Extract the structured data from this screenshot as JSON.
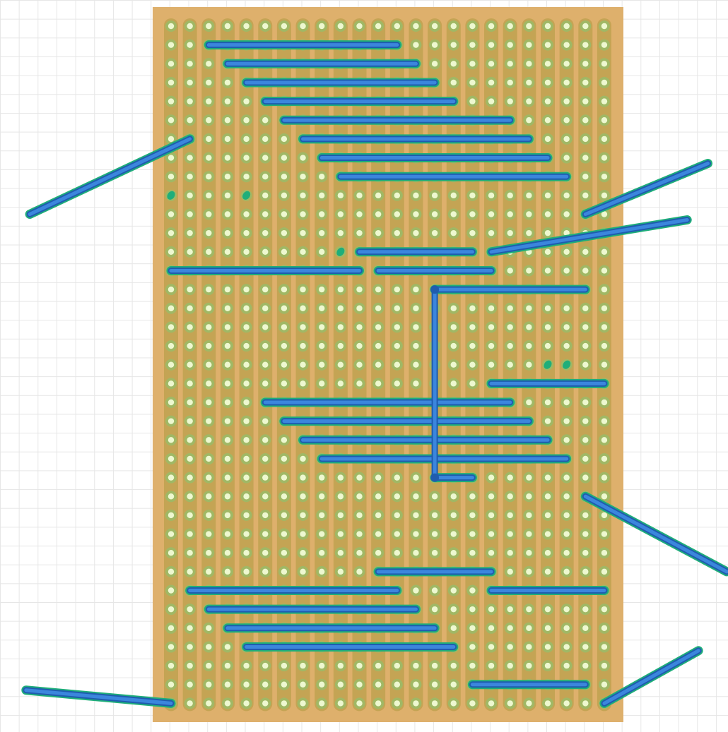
{
  "board": {
    "colors": {
      "board": "#deb06c",
      "strip": "#c4a454",
      "pad_ring": "#a0b865",
      "pad_center": "#eef8d0",
      "wire_fill": "#3b86dd",
      "wire_edge": "#1f5cae",
      "wire_end": "#1fae7a"
    },
    "columns": 24,
    "rows": 37,
    "wires": [
      {
        "from": [
          2,
          1
        ],
        "to": [
          12,
          1
        ]
      },
      {
        "from": [
          3,
          2
        ],
        "to": [
          13,
          2
        ]
      },
      {
        "from": [
          4,
          3
        ],
        "to": [
          14,
          3
        ]
      },
      {
        "from": [
          5,
          4
        ],
        "to": [
          15,
          4
        ]
      },
      {
        "from": [
          6,
          5
        ],
        "to": [
          18,
          5
        ]
      },
      {
        "from": [
          7,
          6
        ],
        "to": [
          19,
          6
        ]
      },
      {
        "from": [
          8,
          7
        ],
        "to": [
          20,
          7
        ]
      },
      {
        "from": [
          9,
          8
        ],
        "to": [
          21,
          8
        ]
      },
      {
        "from": [
          10,
          12
        ],
        "to": [
          16,
          12
        ]
      },
      {
        "from": [
          0,
          13
        ],
        "to": [
          10,
          13
        ]
      },
      {
        "from": [
          11,
          13
        ],
        "to": [
          17,
          13
        ]
      },
      {
        "from": [
          14,
          14
        ],
        "to": [
          22,
          14
        ]
      },
      {
        "from": [
          17,
          19
        ],
        "to": [
          23,
          19
        ]
      },
      {
        "from": [
          5,
          20
        ],
        "to": [
          18,
          20
        ]
      },
      {
        "from": [
          6,
          21
        ],
        "to": [
          19,
          21
        ]
      },
      {
        "from": [
          7,
          22
        ],
        "to": [
          20,
          22
        ]
      },
      {
        "from": [
          8,
          23
        ],
        "to": [
          21,
          23
        ]
      },
      {
        "from": [
          14,
          24
        ],
        "to": [
          16,
          24
        ]
      },
      {
        "from": [
          11,
          29
        ],
        "to": [
          17,
          29
        ]
      },
      {
        "from": [
          1,
          30
        ],
        "to": [
          12,
          30
        ]
      },
      {
        "from": [
          17,
          30
        ],
        "to": [
          23,
          30
        ]
      },
      {
        "from": [
          2,
          31
        ],
        "to": [
          13,
          31
        ]
      },
      {
        "from": [
          3,
          32
        ],
        "to": [
          14,
          32
        ]
      },
      {
        "from": [
          4,
          33
        ],
        "to": [
          15,
          33
        ]
      },
      {
        "from": [
          16,
          35
        ],
        "to": [
          22,
          35
        ]
      }
    ],
    "vertical_wire": {
      "from": [
        14,
        14
      ],
      "to": [
        14,
        24
      ]
    },
    "off_board_leads": [
      {
        "from": [
          1,
          6
        ],
        "to": [
          -7.5,
          10
        ]
      },
      {
        "from": [
          22,
          10
        ],
        "to": [
          28.5,
          7.3
        ]
      },
      {
        "from": [
          17,
          12
        ],
        "to": [
          27.4,
          10.3
        ]
      },
      {
        "from": [
          22,
          25
        ],
        "to": [
          29.5,
          29
        ]
      },
      {
        "from": [
          0,
          36
        ],
        "to": [
          -7.7,
          35.3
        ]
      },
      {
        "from": [
          23,
          36
        ],
        "to": [
          28,
          33.2
        ]
      }
    ],
    "single_markers": [
      [
        0,
        9
      ],
      [
        4,
        9
      ],
      [
        9,
        12
      ],
      [
        20,
        18
      ],
      [
        21,
        18
      ]
    ]
  }
}
